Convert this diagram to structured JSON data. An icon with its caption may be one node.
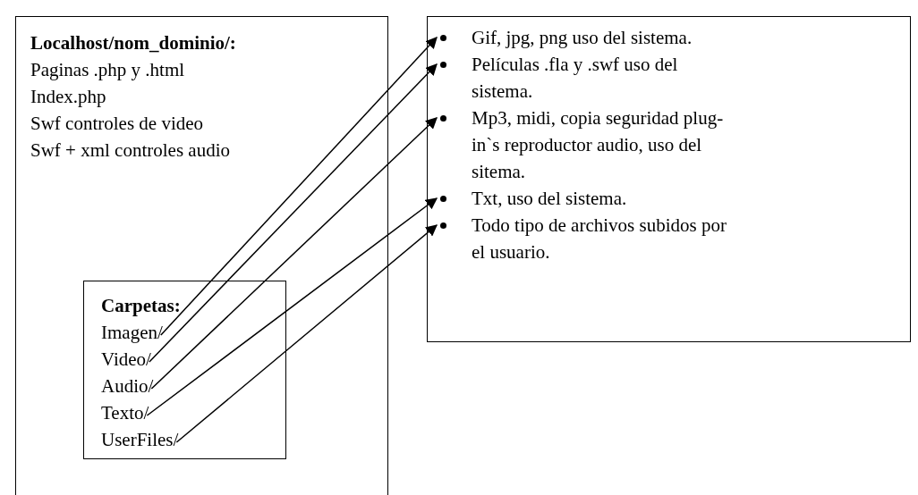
{
  "diagram": {
    "nodes": [
      {
        "text": [
          "Localhost/nom_dominio/:",
          "Paginas .php y .html",
          "Index.php",
          "Swf controles de video",
          "Swf + xml controles audio"
        ]
      },
      {
        "text": [
          "Carpetas:"
        ],
        "in": 0
      },
      {
        "text": [
          "Imagen/"
        ],
        "in": 1
      },
      {
        "text": [
          "Video/"
        ],
        "in": 1
      },
      {
        "text": [
          "Audio/"
        ],
        "in": 1
      },
      {
        "text": [
          "Texto/"
        ],
        "in": 1
      },
      {
        "text": [
          "UserFiles/"
        ],
        "in": 1
      },
      {
        "text": [],
        "shape": "box"
      },
      {
        "text": [
          "Gif, jpg, png uso del sistema."
        ],
        "in": 7
      },
      {
        "text": [
          "Películas .fla y .swf uso del sistema."
        ],
        "in": 7
      },
      {
        "text": [
          "Mp3, midi, copia seguridad plug-in`s reproductor audio, uso del sitema."
        ],
        "in": 7
      },
      {
        "text": [
          "Txt, uso del sistema."
        ],
        "in": 7
      },
      {
        "text": [
          "Todo tipo de archivos subidos por el usuario."
        ],
        "in": 7
      }
    ],
    "edges": [
      {
        "from": 2,
        "to": 8,
        "arrow": "to"
      },
      {
        "from": 3,
        "to": 9,
        "arrow": "to"
      },
      {
        "from": 4,
        "to": 10,
        "arrow": "to"
      },
      {
        "from": 5,
        "to": 11,
        "arrow": "to"
      },
      {
        "from": 6,
        "to": 12,
        "arrow": "to"
      }
    ]
  }
}
